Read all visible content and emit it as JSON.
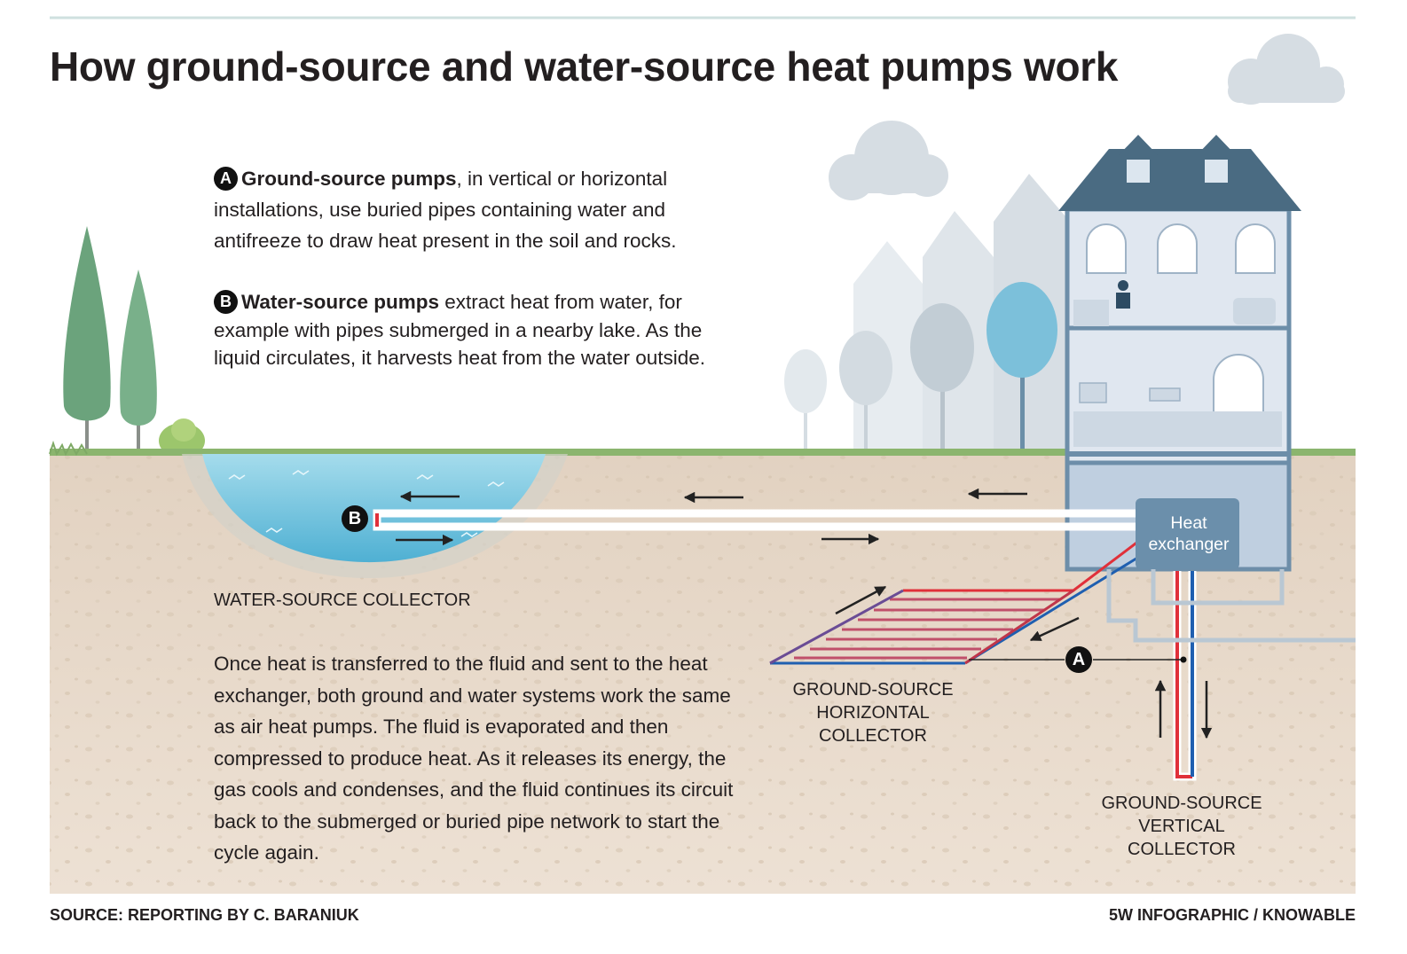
{
  "title": "How ground-source and water-source heat pumps work",
  "intro_a": {
    "badge": "A",
    "bold": "Ground-source pumps",
    "text": ", in vertical or horizontal installations, use buried pipes containing water and antifreeze to draw heat present in the soil and rocks."
  },
  "intro_b": {
    "badge": "B",
    "bold": "Water-source pumps",
    "text": " extract heat from water, for example with pipes submerged in a nearby lake. As the liquid circulates, it harvests heat from the water outside."
  },
  "explanation": "Once heat is transferred to the fluid and sent to the heat exchanger, both ground and water systems work the same as air heat pumps. The fluid is evaporated and then compressed to produce heat. As it releases its energy, the gas cools and condenses, and the fluid continues its circuit back to the submerged or buried pipe network to start the cycle again.",
  "labels": {
    "water_collector": "WATER-SOURCE COLLECTOR",
    "horizontal_1": "GROUND-SOURCE",
    "horizontal_2": "HORIZONTAL",
    "horizontal_3": "COLLECTOR",
    "vertical_1": "GROUND-SOURCE",
    "vertical_2": "VERTICAL",
    "vertical_3": "COLLECTOR",
    "heat_exchanger_1": "Heat",
    "heat_exchanger_2": "exchanger",
    "marker_a": "A",
    "marker_b": "B"
  },
  "footer": {
    "source": "SOURCE: REPORTING BY C. BARANIUK",
    "credit": "5W INFOGRAPHIC / KNOWABLE"
  },
  "colors": {
    "soil": "#e6d7c7",
    "water": "#6cc3de",
    "hot_pipe": "#e0303a",
    "cold_pipe": "#1f5fb0",
    "house_wall": "#dfe6ef",
    "house_frame": "#6d8ea9",
    "roof": "#4a6b82",
    "heat_exchanger": "#6b8fab",
    "tree_green": "#6aa37c",
    "cloud": "#d2dbe2"
  }
}
